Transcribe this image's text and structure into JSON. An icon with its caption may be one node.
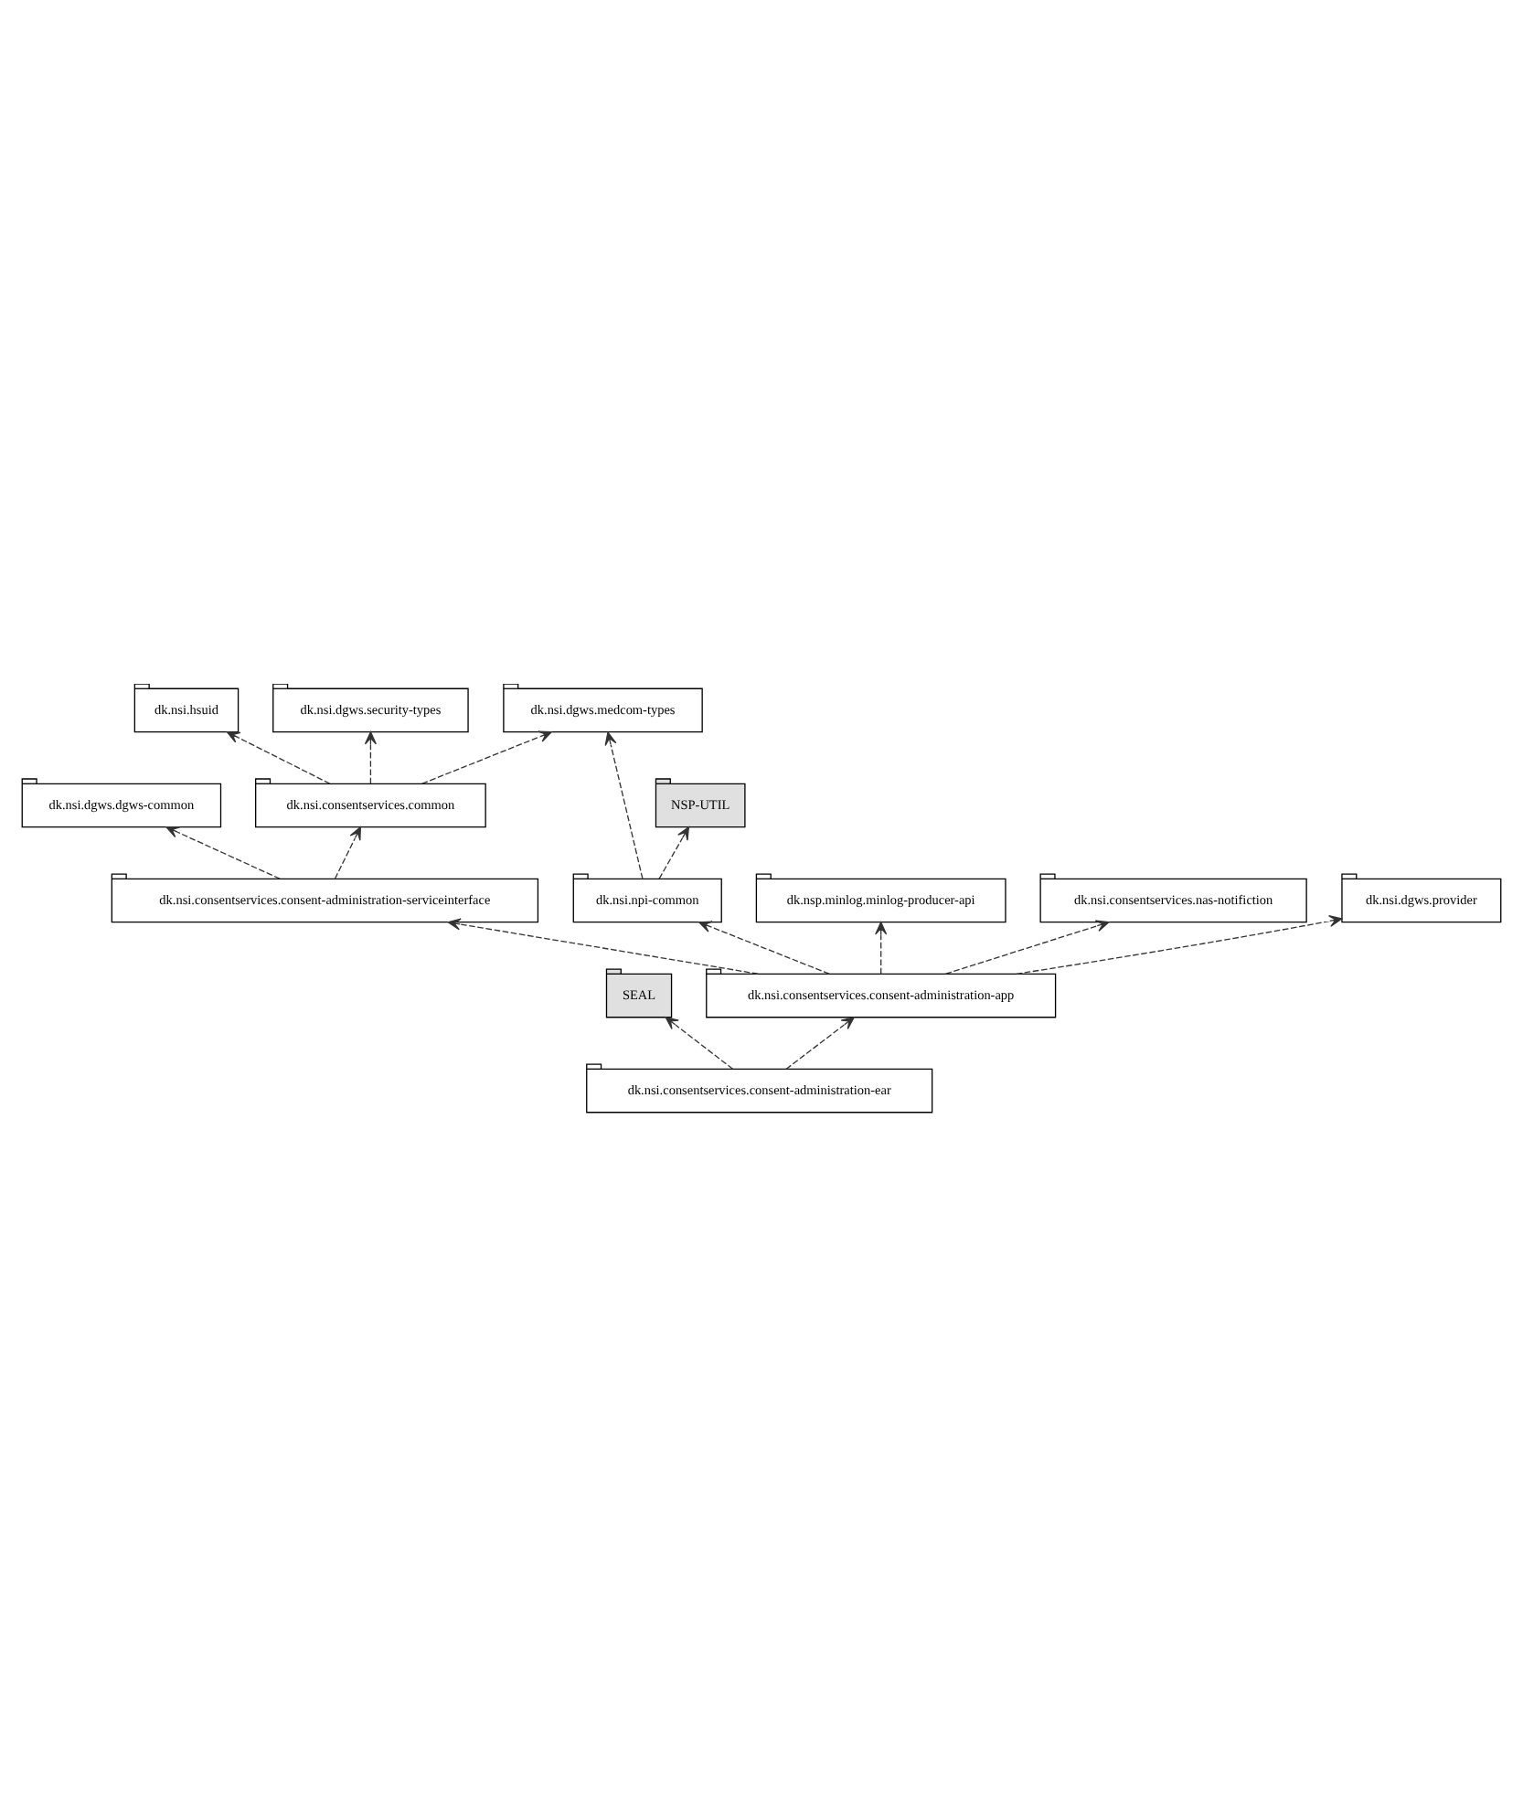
{
  "diagram": {
    "nodes": [
      {
        "text": [
          "dk.nsi.dgws.dgws-common"
        ]
      },
      {
        "text": [
          "dk.nsi.hsuid"
        ]
      },
      {
        "text": [
          "dk.nsi.dgws.security-types"
        ]
      },
      {
        "text": [
          "dk.nsi.dgws.medcom-types"
        ]
      },
      {
        "text": [
          "dk.nsi.consentservices.common"
        ]
      },
      {
        "text": [
          "NSP-UTIL"
        ]
      },
      {
        "text": [
          "dk.nsi.consentservices.consent-administration-serviceinterface"
        ]
      },
      {
        "text": [
          "dk.nsi.npi-common"
        ]
      },
      {
        "text": [
          "dk.nsp.minlog.minlog-producer-api"
        ]
      },
      {
        "text": [
          "dk.nsi.consentservices.nas-notifiction"
        ]
      },
      {
        "text": [
          "dk.nsi.dgws.provider"
        ]
      },
      {
        "text": [
          "SEAL"
        ]
      },
      {
        "text": [
          "dk.nsi.consentservices.consent-administration-app"
        ]
      },
      {
        "text": [
          "dk.nsi.consentservices.consent-administration-ear"
        ]
      }
    ],
    "edges": [
      {
        "from": 4,
        "to": 1,
        "arrow": "to",
        "style": "dashed"
      },
      {
        "from": 4,
        "to": 2,
        "arrow": "to",
        "style": "dashed"
      },
      {
        "from": 4,
        "to": 3,
        "arrow": "to",
        "style": "dashed"
      },
      {
        "from": 6,
        "to": 0,
        "arrow": "to",
        "style": "dashed"
      },
      {
        "from": 6,
        "to": 4,
        "arrow": "to",
        "style": "dashed"
      },
      {
        "from": 7,
        "to": 5,
        "arrow": "to",
        "style": "dashed"
      },
      {
        "from": 7,
        "to": 3,
        "arrow": "to",
        "style": "dashed"
      },
      {
        "from": 12,
        "to": 6,
        "arrow": "to",
        "style": "dashed"
      },
      {
        "from": 12,
        "to": 10,
        "arrow": "to",
        "style": "dashed"
      },
      {
        "from": 12,
        "to": 7,
        "arrow": "to",
        "style": "dashed"
      },
      {
        "from": 12,
        "to": 8,
        "arrow": "to",
        "style": "dashed"
      },
      {
        "from": 12,
        "to": 9,
        "arrow": "to",
        "style": "dashed"
      },
      {
        "from": 13,
        "to": 11,
        "arrow": "to",
        "style": "dashed"
      },
      {
        "from": 13,
        "to": 12,
        "arrow": "to",
        "style": "dashed"
      }
    ]
  }
}
